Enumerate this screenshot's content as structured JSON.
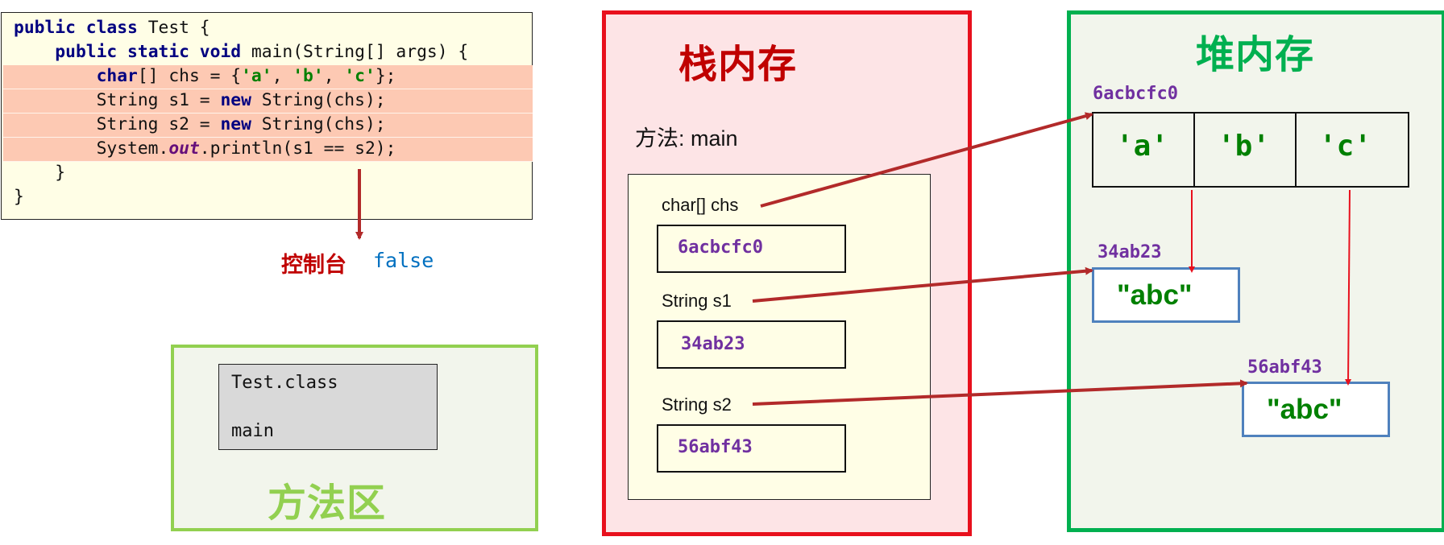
{
  "code": {
    "lines": [
      [
        {
          "t": "public class",
          "c": "kw"
        },
        {
          "t": " Test {",
          "c": ""
        }
      ],
      [
        {
          "t": "    ",
          "c": ""
        },
        {
          "t": "public static void",
          "c": "kw"
        },
        {
          "t": " main(String[] args) {",
          "c": ""
        }
      ],
      [
        {
          "t": "        ",
          "c": ""
        },
        {
          "t": "char",
          "c": "kw"
        },
        {
          "t": "[] chs = {",
          "c": ""
        },
        {
          "t": "'a'",
          "c": "str"
        },
        {
          "t": ", ",
          "c": ""
        },
        {
          "t": "'b'",
          "c": "str"
        },
        {
          "t": ", ",
          "c": ""
        },
        {
          "t": "'c'",
          "c": "str"
        },
        {
          "t": "};",
          "c": ""
        }
      ],
      [
        {
          "t": "        String s1 = ",
          "c": ""
        },
        {
          "t": "new",
          "c": "kw"
        },
        {
          "t": " String(chs);",
          "c": ""
        }
      ],
      [
        {
          "t": "        String s2 = ",
          "c": ""
        },
        {
          "t": "new",
          "c": "kw"
        },
        {
          "t": " String(chs);",
          "c": ""
        }
      ],
      [
        {
          "t": "        System.",
          "c": ""
        },
        {
          "t": "out",
          "c": "fld"
        },
        {
          "t": ".println(s1 == s2);",
          "c": ""
        }
      ],
      [
        {
          "t": "    }",
          "c": ""
        }
      ],
      [
        {
          "t": "}",
          "c": ""
        }
      ]
    ]
  },
  "console": {
    "label": "控制台",
    "value": "false"
  },
  "method_area": {
    "title": "方法区",
    "class_name": "Test.class",
    "method": "main"
  },
  "stack": {
    "title": "栈内存",
    "method_label": "方法: main",
    "vars": [
      {
        "label": "char[]  chs",
        "value": "6acbcfc0"
      },
      {
        "label": "String  s1",
        "value": "34ab23"
      },
      {
        "label": "String  s2",
        "value": "56abf43"
      }
    ]
  },
  "heap": {
    "title": "堆内存",
    "array_addr": "6acbcfc0",
    "array_cells": [
      "'a'",
      "'b'",
      "'c'"
    ],
    "strings": [
      {
        "addr": "34ab23",
        "value": "\"abc\""
      },
      {
        "addr": "56abf43",
        "value": "\"abc\""
      }
    ]
  },
  "colors": {
    "arrow": "#b22a2a",
    "stack_border": "#e8101d",
    "heap_border": "#00b050",
    "method_border": "#92d050"
  }
}
